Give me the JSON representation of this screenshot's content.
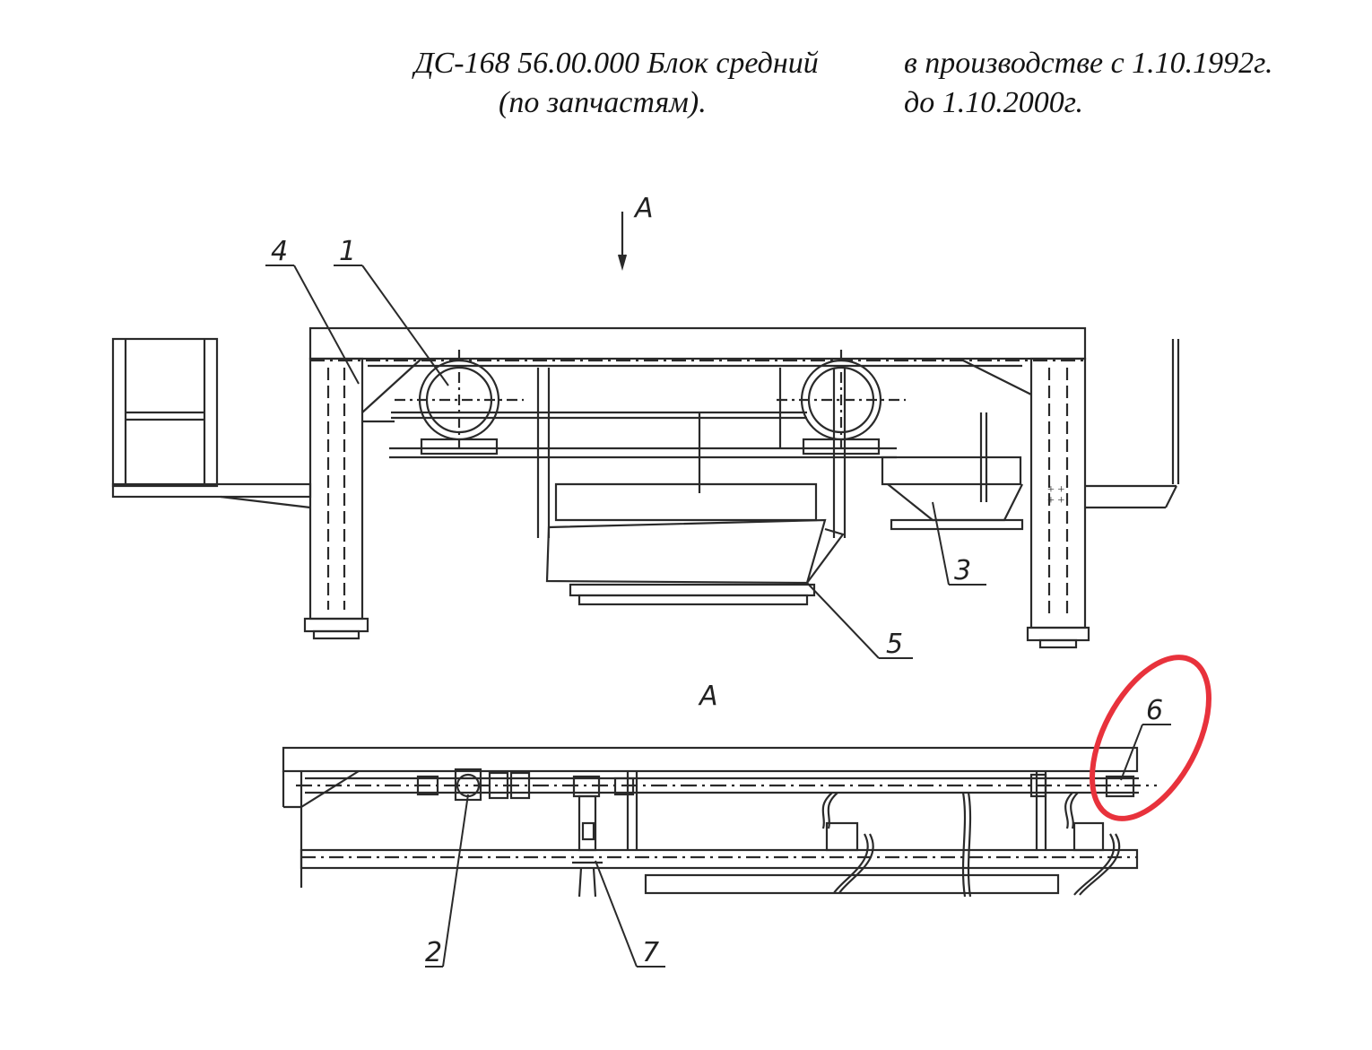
{
  "header": {
    "designation": "ДС-168 56.00.000 Блок средний",
    "designation_sub": "(по запчастям).",
    "production_from": "в производстве с 1.10.1992г.",
    "production_to": "до 1.10.2000г."
  },
  "view": {
    "arrow_label": "А",
    "section_label": "А"
  },
  "callouts": {
    "c1": "1",
    "c2": "2",
    "c3": "3",
    "c4": "4",
    "c5": "5",
    "c6": "6",
    "c7": "7"
  },
  "colors": {
    "line": "#2a2a2a",
    "highlight": "#e8323c"
  }
}
